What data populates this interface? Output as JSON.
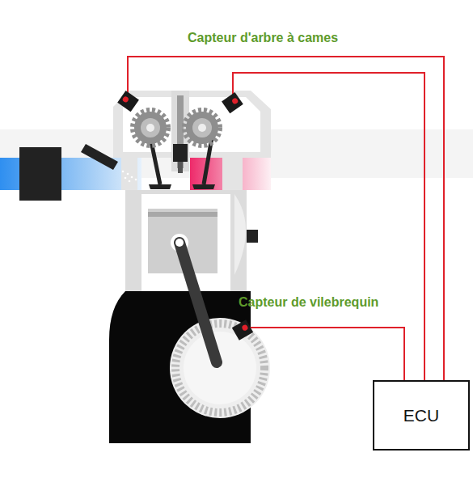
{
  "diagram": {
    "nodes": [
      {
        "text": [
          "ECU"
        ]
      }
    ],
    "labels": [
      "Capteur d'arbre à cames",
      "Capteur de vilebrequin"
    ]
  }
}
